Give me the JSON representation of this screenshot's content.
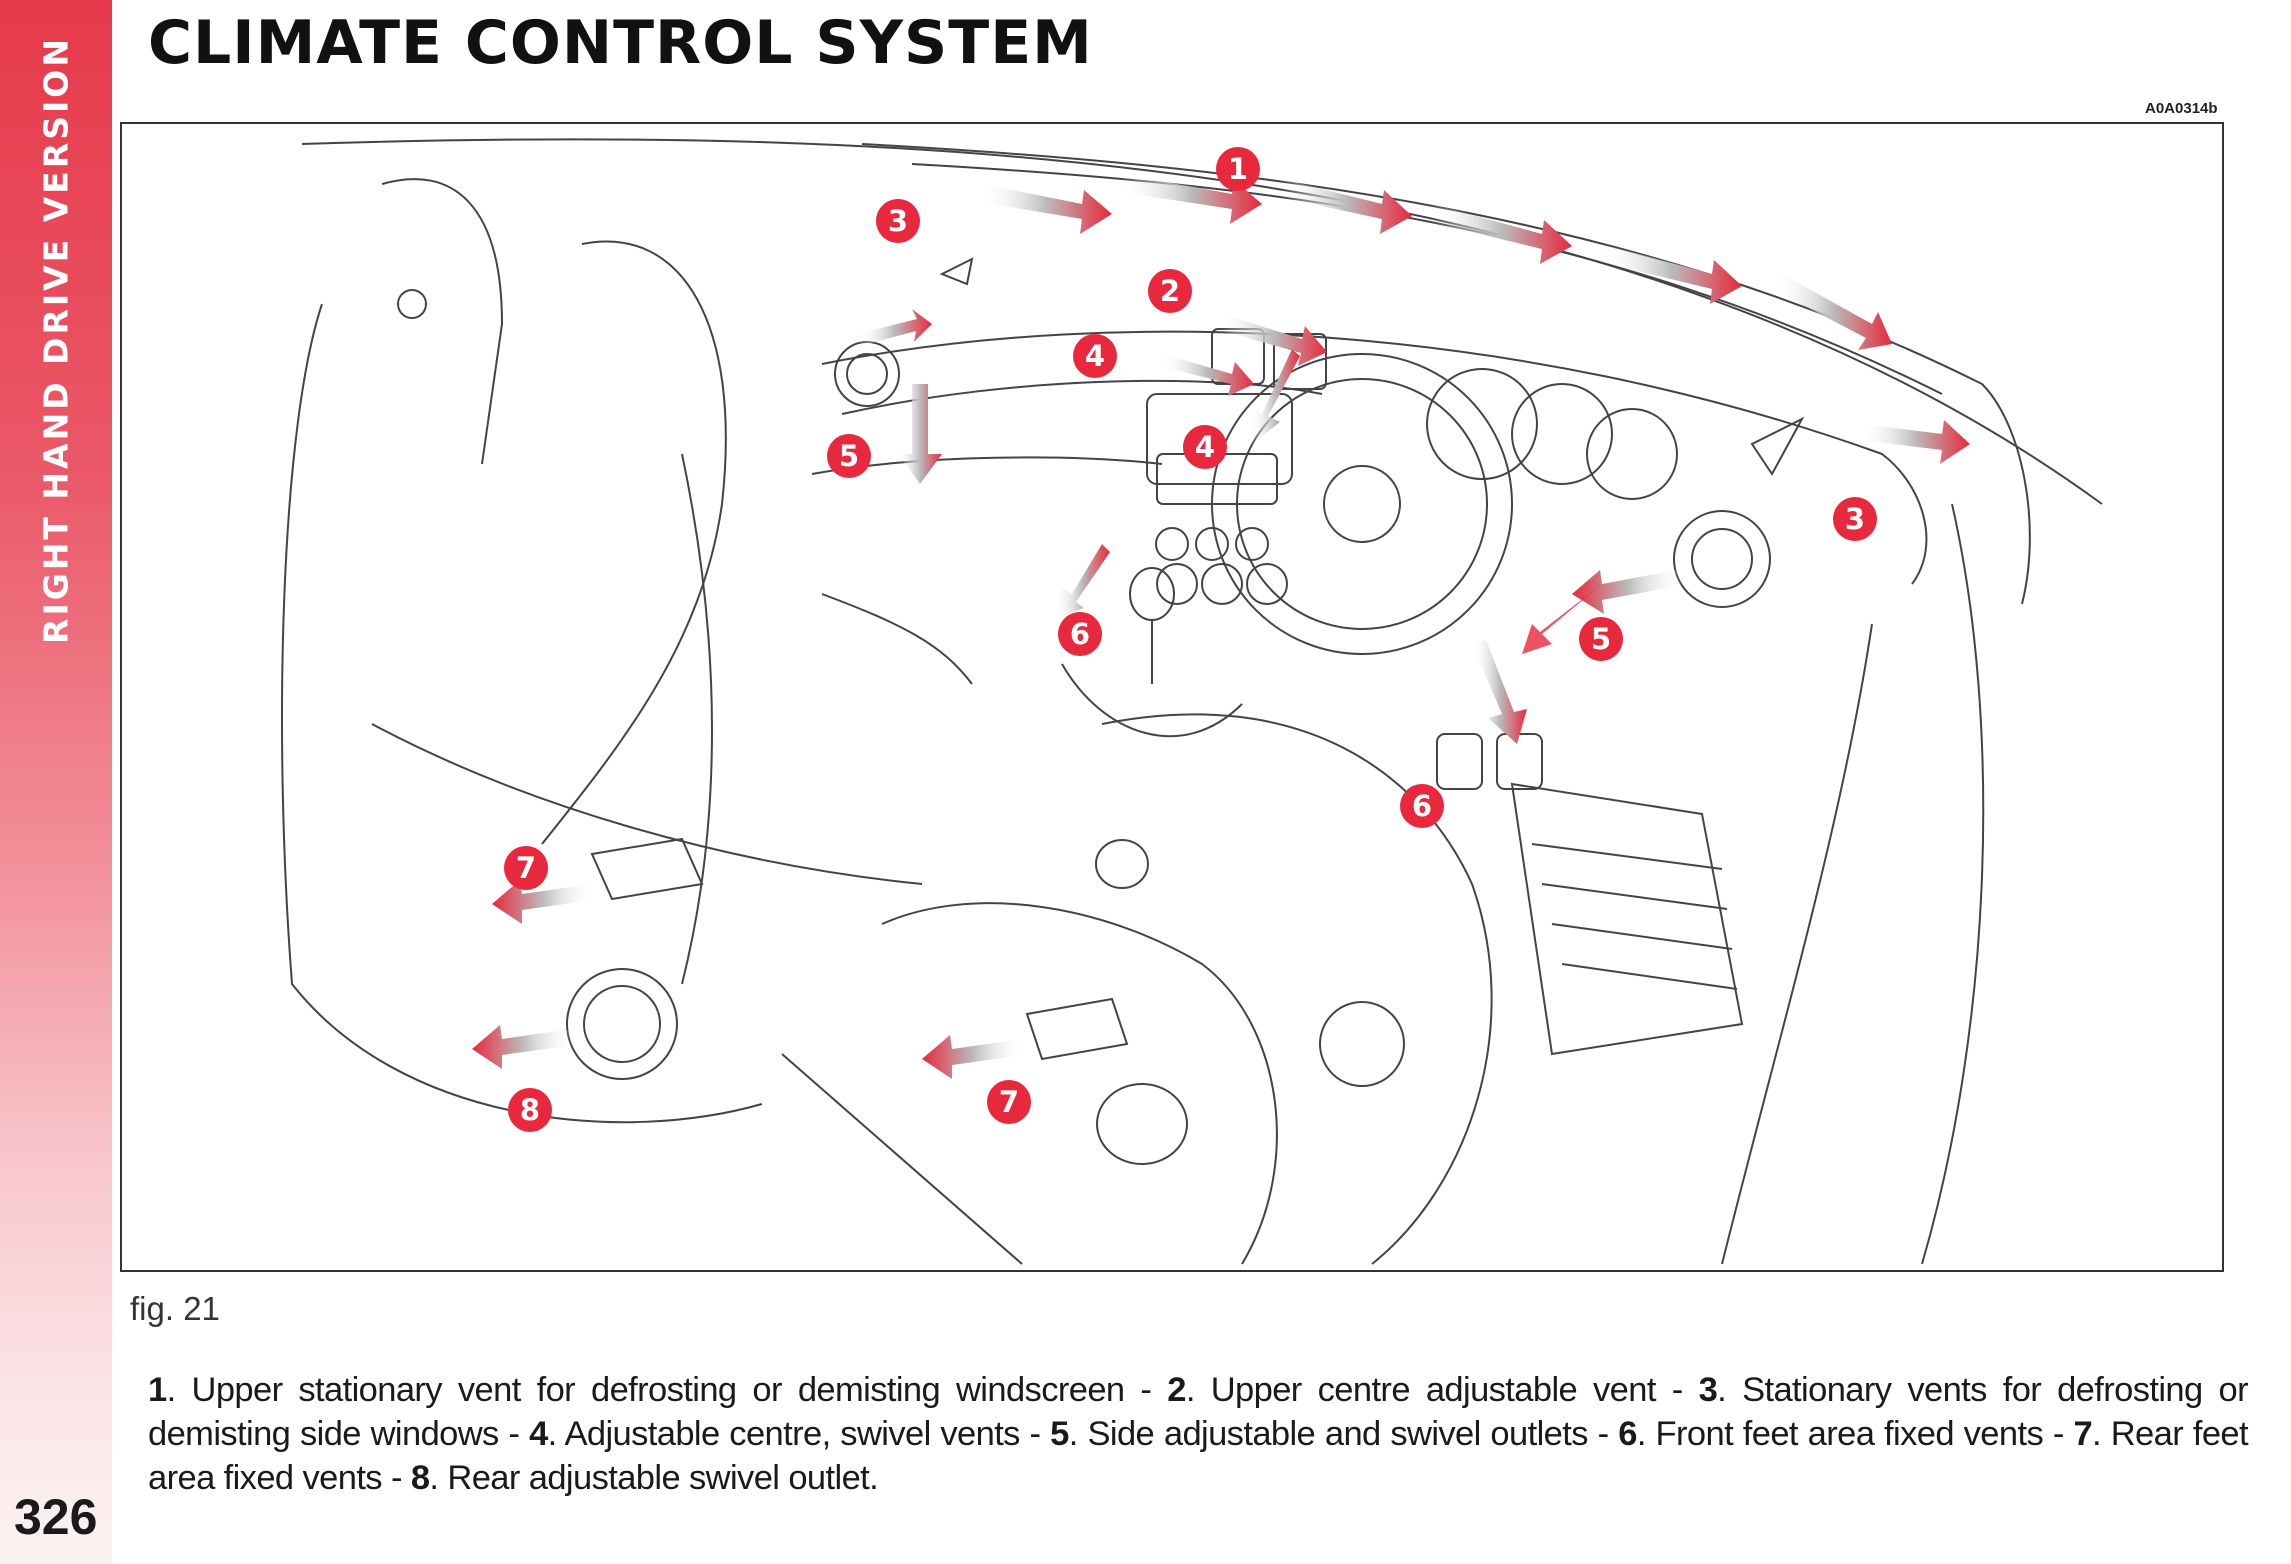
{
  "side_tab": {
    "text": "RIGHT HAND DRIVE VERSION"
  },
  "page": {
    "number": "326",
    "title": "CLIMATE CONTROL SYSTEM"
  },
  "figure": {
    "code": "A0A0314b",
    "caption": "fig. 21",
    "markers": [
      "1",
      "2",
      "3",
      "3",
      "4",
      "4",
      "5",
      "5",
      "6",
      "6",
      "7",
      "7",
      "8"
    ]
  },
  "legend": [
    {
      "num": "1",
      "text": ". Upper stationary vent for defrosting or demisting windscreen - "
    },
    {
      "num": "2",
      "text": ". Upper centre adjustable vent - "
    },
    {
      "num": "3",
      "text": ". Stationary vents for defrosting or demisting side windows - "
    },
    {
      "num": "4",
      "text": ". Adjustable centre, swivel vents - "
    },
    {
      "num": "5",
      "text": ". Side adjustable and swivel outlets - "
    },
    {
      "num": "6",
      "text": ". Front feet area fixed vents - "
    },
    {
      "num": "7",
      "text": ". Rear feet area fixed vents - "
    },
    {
      "num": "8",
      "text": ". Rear adjustable swivel outlet."
    }
  ],
  "colors": {
    "accent": "#e8283c",
    "tab": "#e63a4b"
  }
}
